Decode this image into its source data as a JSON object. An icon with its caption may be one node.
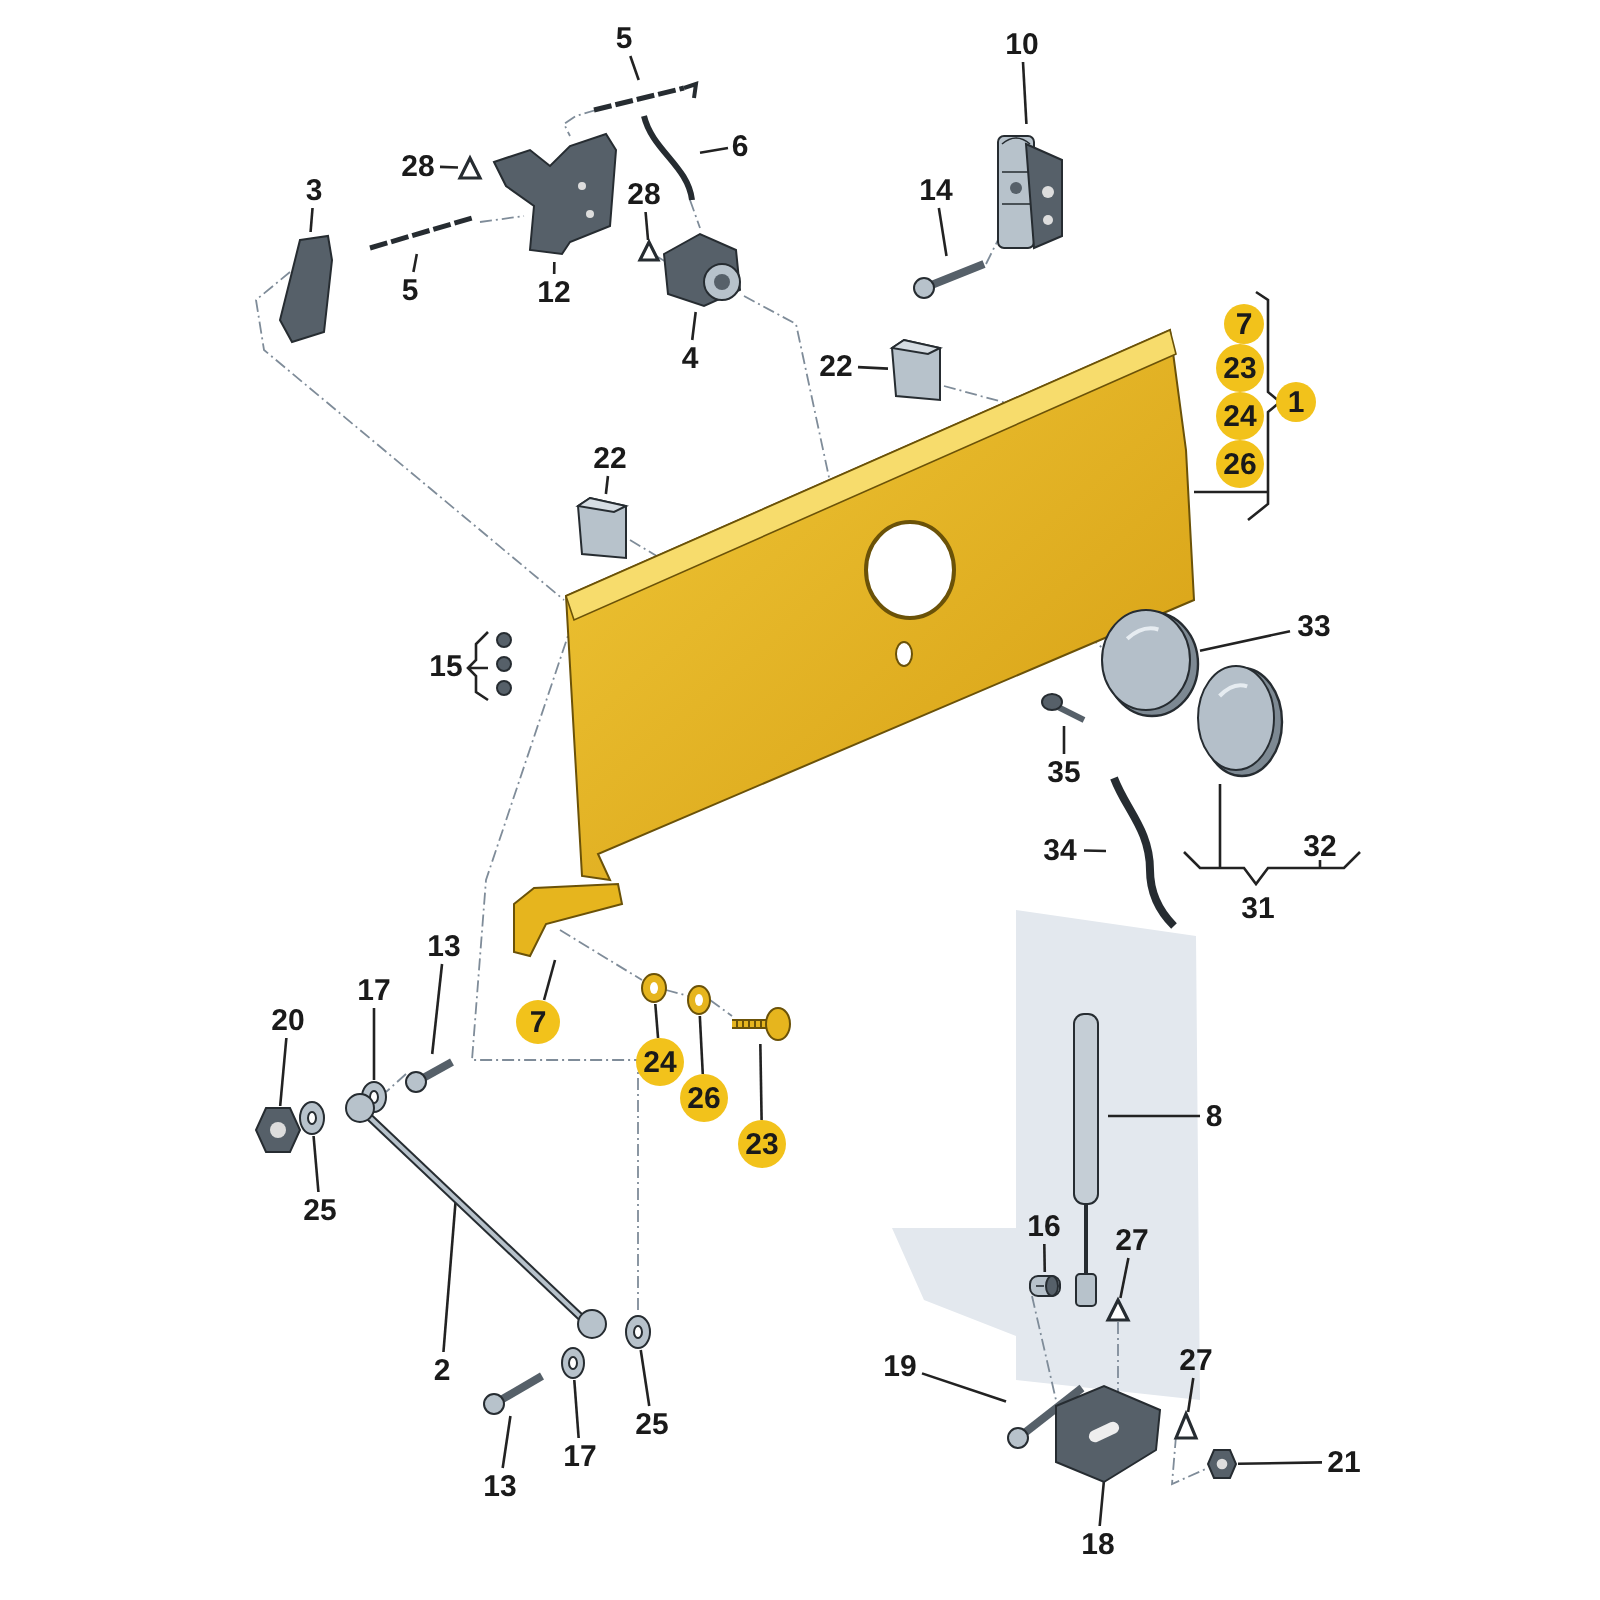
{
  "diagram": {
    "nodes": [
      {
        "text": [
          "5"
        ]
      },
      {
        "text": [],
        "shape": "picture"
      },
      {
        "text": [
          "28"
        ]
      },
      {
        "text": [],
        "shape": "picture"
      },
      {
        "text": [
          "6"
        ]
      },
      {
        "text": [],
        "shape": "picture"
      },
      {
        "text": [
          "3"
        ]
      },
      {
        "text": [],
        "shape": "picture"
      },
      {
        "text": [
          "5"
        ]
      },
      {
        "text": [],
        "shape": "picture"
      },
      {
        "text": [
          "12"
        ]
      },
      {
        "text": [],
        "shape": "picture"
      },
      {
        "text": [
          "28"
        ]
      },
      {
        "text": [],
        "shape": "picture"
      },
      {
        "text": [
          "4"
        ]
      },
      {
        "text": [],
        "shape": "picture"
      },
      {
        "text": [
          "10"
        ]
      },
      {
        "text": [],
        "shape": "picture"
      },
      {
        "text": [
          "14"
        ]
      },
      {
        "text": [],
        "shape": "picture"
      },
      {
        "text": [
          "22"
        ]
      },
      {
        "text": [],
        "shape": "picture"
      },
      {
        "text": [
          "22"
        ]
      },
      {
        "text": [],
        "shape": "picture"
      },
      {
        "text": [],
        "shape": "picture"
      },
      {
        "text": [],
        "shape": "picture"
      },
      {
        "text": [],
        "shape": "picture"
      },
      {
        "text": [
          "33"
        ]
      },
      {
        "text": [],
        "shape": "picture"
      },
      {
        "text": [
          "35"
        ]
      },
      {
        "text": [],
        "shape": "picture"
      },
      {
        "text": [
          "34"
        ]
      },
      {
        "text": [],
        "shape": "picture"
      },
      {
        "text": [],
        "shape": "picture"
      },
      {
        "text": [
          "7"
        ]
      },
      {
        "text": [],
        "shape": "picture"
      },
      {
        "text": [
          "24"
        ]
      },
      {
        "text": [],
        "shape": "picture"
      },
      {
        "text": [
          "26"
        ]
      },
      {
        "text": [],
        "shape": "picture"
      },
      {
        "text": [
          "23"
        ]
      },
      {
        "text": [
          "13"
        ]
      },
      {
        "text": [],
        "shape": "picture"
      },
      {
        "text": [
          "17"
        ]
      },
      {
        "text": [],
        "shape": "picture"
      },
      {
        "text": [
          "20"
        ]
      },
      {
        "text": [],
        "shape": "picture"
      },
      {
        "text": [],
        "shape": "picture"
      },
      {
        "text": [
          "25"
        ]
      },
      {
        "text": [],
        "shape": "picture"
      },
      {
        "text": [
          "2"
        ]
      },
      {
        "text": [],
        "shape": "picture"
      },
      {
        "text": [
          "13"
        ]
      },
      {
        "text": [],
        "shape": "picture"
      },
      {
        "text": [
          "17"
        ]
      },
      {
        "text": [],
        "shape": "picture"
      },
      {
        "text": [
          "25"
        ]
      },
      {
        "text": [],
        "shape": "picture"
      },
      {
        "text": [
          "8"
        ]
      },
      {
        "text": [
          "16"
        ]
      },
      {
        "text": [],
        "shape": "picture"
      },
      {
        "text": [
          "27"
        ]
      },
      {
        "text": [],
        "shape": "picture"
      },
      {
        "text": [],
        "shape": "picture"
      },
      {
        "text": [
          "19"
        ]
      },
      {
        "text": [
          "27"
        ]
      },
      {
        "text": [],
        "shape": "picture"
      },
      {
        "text": [],
        "shape": "picture"
      },
      {
        "text": [
          "18"
        ]
      },
      {
        "text": [],
        "shape": "picture"
      },
      {
        "text": [
          "21"
        ]
      },
      {
        "text": [
          "7"
        ]
      },
      {
        "text": [
          "23"
        ]
      },
      {
        "text": [
          "24"
        ]
      },
      {
        "text": [
          "26"
        ]
      },
      {
        "text": [
          "1"
        ]
      }
    ],
    "edges": [
      {
        "from": 0,
        "to": 1,
        "arrow": "none"
      },
      {
        "from": 2,
        "to": 3,
        "arrow": "none"
      },
      {
        "from": 4,
        "to": 5,
        "arrow": "none"
      },
      {
        "from": 6,
        "to": 7,
        "arrow": "none"
      },
      {
        "from": 8,
        "to": 9,
        "arrow": "none"
      },
      {
        "from": 10,
        "to": 11,
        "arrow": "none"
      },
      {
        "from": 12,
        "to": 13,
        "arrow": "none"
      },
      {
        "from": 14,
        "to": 15,
        "arrow": "none"
      },
      {
        "from": 16,
        "to": 17,
        "arrow": "none"
      },
      {
        "from": 18,
        "to": 19,
        "arrow": "none"
      },
      {
        "from": 20,
        "to": 21,
        "arrow": "none"
      },
      {
        "from": 22,
        "to": 23,
        "arrow": "none"
      },
      {
        "from": 27,
        "to": 26,
        "arrow": "none"
      },
      {
        "from": 29,
        "to": 30,
        "arrow": "none"
      },
      {
        "from": 31,
        "to": 32,
        "arrow": "none"
      },
      {
        "from": 34,
        "to": 33,
        "arrow": "none"
      },
      {
        "from": 36,
        "to": 35,
        "arrow": "none"
      },
      {
        "from": 38,
        "to": 37,
        "arrow": "none"
      },
      {
        "from": 40,
        "to": 39,
        "arrow": "none"
      },
      {
        "from": 41,
        "to": 42,
        "arrow": "none"
      },
      {
        "from": 43,
        "to": 44,
        "arrow": "none"
      },
      {
        "from": 45,
        "to": 46,
        "arrow": "none"
      },
      {
        "from": 48,
        "to": 47,
        "arrow": "none"
      },
      {
        "from": 50,
        "to": 49,
        "arrow": "none"
      },
      {
        "from": 52,
        "to": 51,
        "arrow": "none"
      },
      {
        "from": 54,
        "to": 53,
        "arrow": "none"
      },
      {
        "from": 56,
        "to": 55,
        "arrow": "none"
      },
      {
        "from": 58,
        "to": 57,
        "arrow": "none"
      },
      {
        "from": 59,
        "to": 60,
        "arrow": "none"
      },
      {
        "from": 61,
        "to": 62,
        "arrow": "none"
      },
      {
        "from": 64,
        "to": 63,
        "arrow": "none"
      },
      {
        "from": 65,
        "to": 66,
        "arrow": "none"
      },
      {
        "from": 68,
        "to": 67,
        "arrow": "none"
      },
      {
        "from": 70,
        "to": 69,
        "arrow": "none"
      },
      {
        "from": 1,
        "to": 11,
        "arrow": "none",
        "style": "dashed",
        "color": "#7f8c99"
      },
      {
        "from": 9,
        "to": 11,
        "arrow": "none",
        "style": "dashed",
        "color": "#7f8c99"
      },
      {
        "from": 7,
        "to": 24,
        "arrow": "none",
        "style": "dashed",
        "color": "#7f8c99"
      },
      {
        "from": 13,
        "to": 15,
        "arrow": "none",
        "style": "dashed",
        "color": "#7f8c99"
      },
      {
        "from": 5,
        "to": 15,
        "arrow": "none",
        "style": "dashed",
        "color": "#7f8c99"
      },
      {
        "from": 15,
        "to": 24,
        "arrow": "none",
        "style": "dashed",
        "color": "#7f8c99"
      },
      {
        "from": 19,
        "to": 17,
        "arrow": "none",
        "style": "dashed",
        "color": "#7f8c99"
      },
      {
        "from": 21,
        "to": 24,
        "arrow": "none",
        "style": "dashed",
        "color": "#7f8c99"
      },
      {
        "from": 23,
        "to": 24,
        "arrow": "none",
        "style": "dashed",
        "color": "#7f8c99"
      },
      {
        "from": 24,
        "to": 26,
        "arrow": "none",
        "style": "dashed",
        "color": "#7f8c99"
      },
      {
        "from": 24,
        "to": 55,
        "arrow": "none",
        "style": "dashed",
        "color": "#7f8c99"
      },
      {
        "from": 33,
        "to": 35,
        "arrow": "none",
        "style": "dashed",
        "color": "#7f8c99"
      },
      {
        "from": 35,
        "to": 37,
        "arrow": "none",
        "style": "dashed",
        "color": "#7f8c99"
      },
      {
        "from": 37,
        "to": 39,
        "arrow": "none",
        "style": "dashed",
        "color": "#7f8c99"
      },
      {
        "from": 42,
        "to": 44,
        "arrow": "none",
        "style": "dashed",
        "color": "#7f8c99"
      },
      {
        "from": 60,
        "to": 67,
        "arrow": "none",
        "style": "dashed",
        "color": "#7f8c99"
      },
      {
        "from": 62,
        "to": 67,
        "arrow": "none",
        "style": "dashed",
        "color": "#7f8c99"
      },
      {
        "from": 66,
        "to": 69,
        "arrow": "none",
        "style": "dashed",
        "color": "#7f8c99"
      }
    ],
    "labels": [
      "15",
      "32",
      "31"
    ]
  }
}
